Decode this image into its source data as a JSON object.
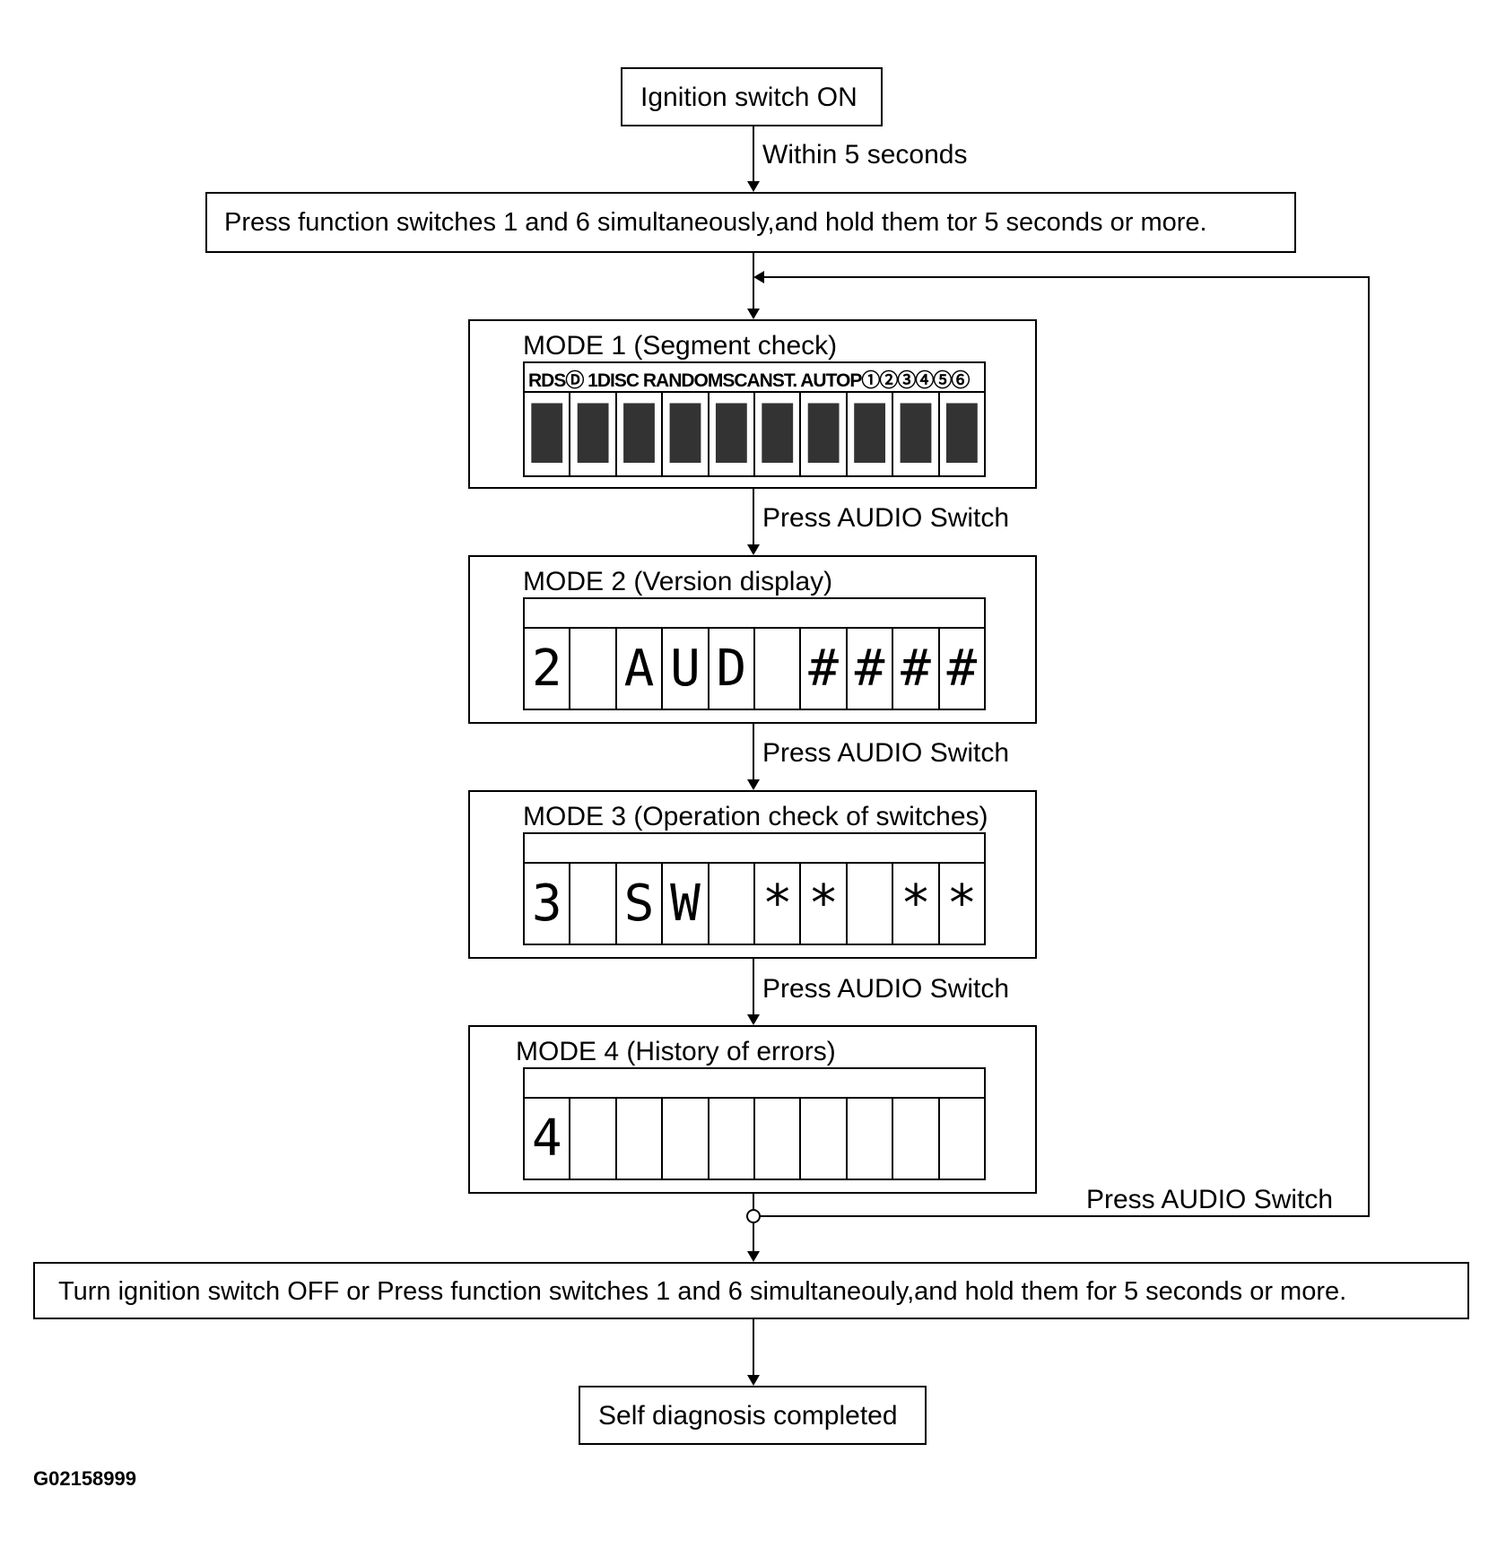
{
  "steps": {
    "ignition_on": "Ignition switch ON",
    "within_5s": "Within 5 seconds",
    "press_1_6": "Press function switches 1 and 6 simultaneously,and hold them tor 5 seconds or more.",
    "turn_off": "Turn ignition switch OFF or Press function switches 1 and 6 simultaneouly,and hold them for 5 seconds or more.",
    "completed": "Self diagnosis completed"
  },
  "transitions": {
    "press_audio_1": "Press AUDIO Switch",
    "press_audio_2": "Press AUDIO Switch",
    "press_audio_3": "Press AUDIO Switch",
    "press_audio_loop": "Press AUDIO Switch"
  },
  "modes": [
    {
      "title": "MODE 1 (Segment check)",
      "indicators": "RDSⒹ 1DISC RANDOMSCANST. AUTOP①②③④⑤⑥",
      "cells": [
        "█",
        "█",
        "█",
        "█",
        "█",
        "█",
        "█",
        "█",
        "█",
        "█"
      ]
    },
    {
      "title": "MODE 2 (Version display)",
      "cells": [
        "2",
        "",
        "A",
        "U",
        "D",
        "",
        "#",
        "#",
        "#",
        "#"
      ]
    },
    {
      "title": "MODE 3 (Operation check of switches)",
      "cells": [
        "3",
        "",
        "S",
        "W",
        "",
        "*",
        "*",
        "",
        "*",
        "*"
      ]
    },
    {
      "title": "MODE 4 (History of errors)",
      "cells": [
        "4",
        "",
        "",
        "",
        "",
        "",
        "",
        "",
        "",
        ""
      ]
    }
  ],
  "figure_code": "G02158999"
}
